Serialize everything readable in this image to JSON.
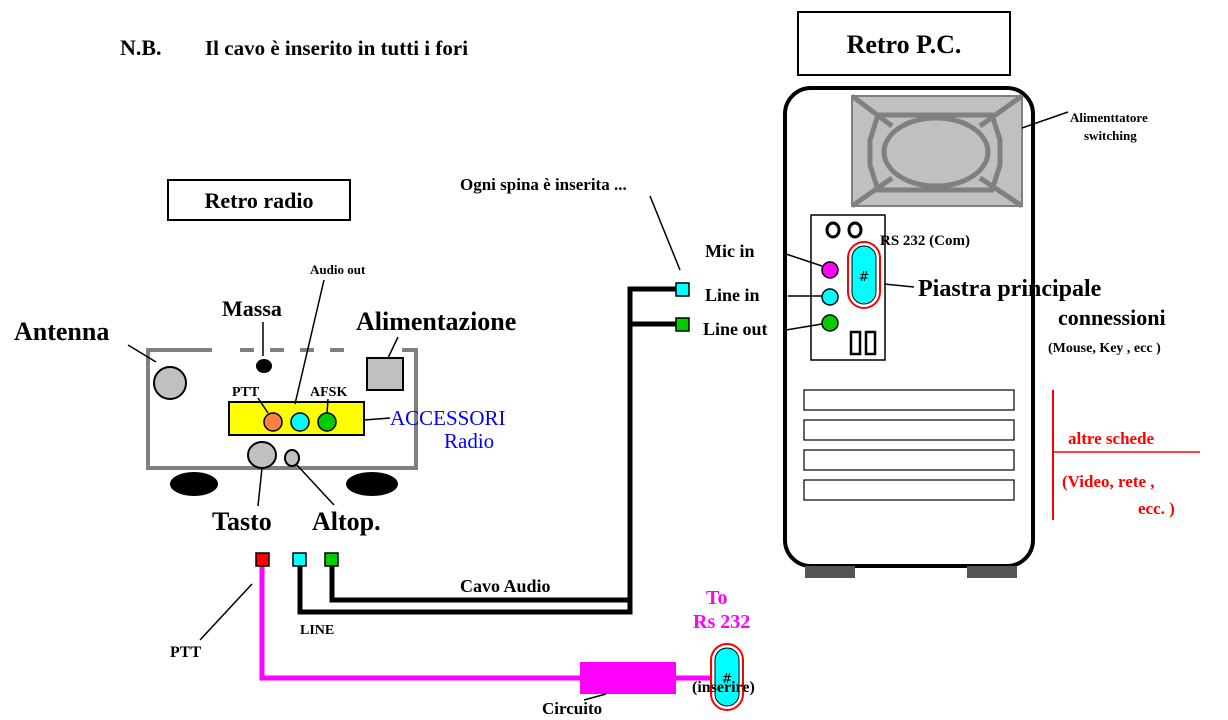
{
  "notes": {
    "nb_prefix": "N.B.",
    "nb_text": "Il cavo è inserito in tutti i fori"
  },
  "pc": {
    "title": "Retro P.C.",
    "psu_label_1": "Alimenttatore",
    "psu_label_2": "switching",
    "rs232_label": "RS 232 (Com)",
    "mic_in": "Mic in",
    "line_in": "Line in",
    "line_out": "Line out",
    "mainboard_1": "Piastra principale",
    "mainboard_2": "connessioni",
    "mainboard_3": "(Mouse, Key , ecc )",
    "other_cards_1": "altre schede",
    "other_cards_2": "(Video, rete ,",
    "other_cards_3": "ecc. )"
  },
  "radio": {
    "title": "Retro radio",
    "antenna": "Antenna",
    "massa": "Massa",
    "audio_out": "Audio out",
    "alimentazione": "Alimentazione",
    "ptt": "PTT",
    "afsk": "AFSK",
    "accessori_1": "ACCESSORI",
    "accessori_2": "Radio",
    "tasto": "Tasto",
    "altop": "Altop."
  },
  "cable": {
    "plug_note": "Ogni spina è inserita ...",
    "cavo_audio": "Cavo Audio",
    "line": "LINE",
    "ptt": "PTT",
    "to_1": "To",
    "to_2": "Rs 232",
    "inserire": "(inserire)",
    "circuito": "Circuito"
  },
  "colors": {
    "pink_cable": "#ff00ff",
    "cyan_jack": "#00ffff",
    "green_jack": "#00cc00",
    "red_text": "#ff0000",
    "blue_text": "#0000ff",
    "accessory_yellow": "#ffff00",
    "ptt_orange": "#ff8040",
    "ptt_red_plug": "#ff0000"
  }
}
